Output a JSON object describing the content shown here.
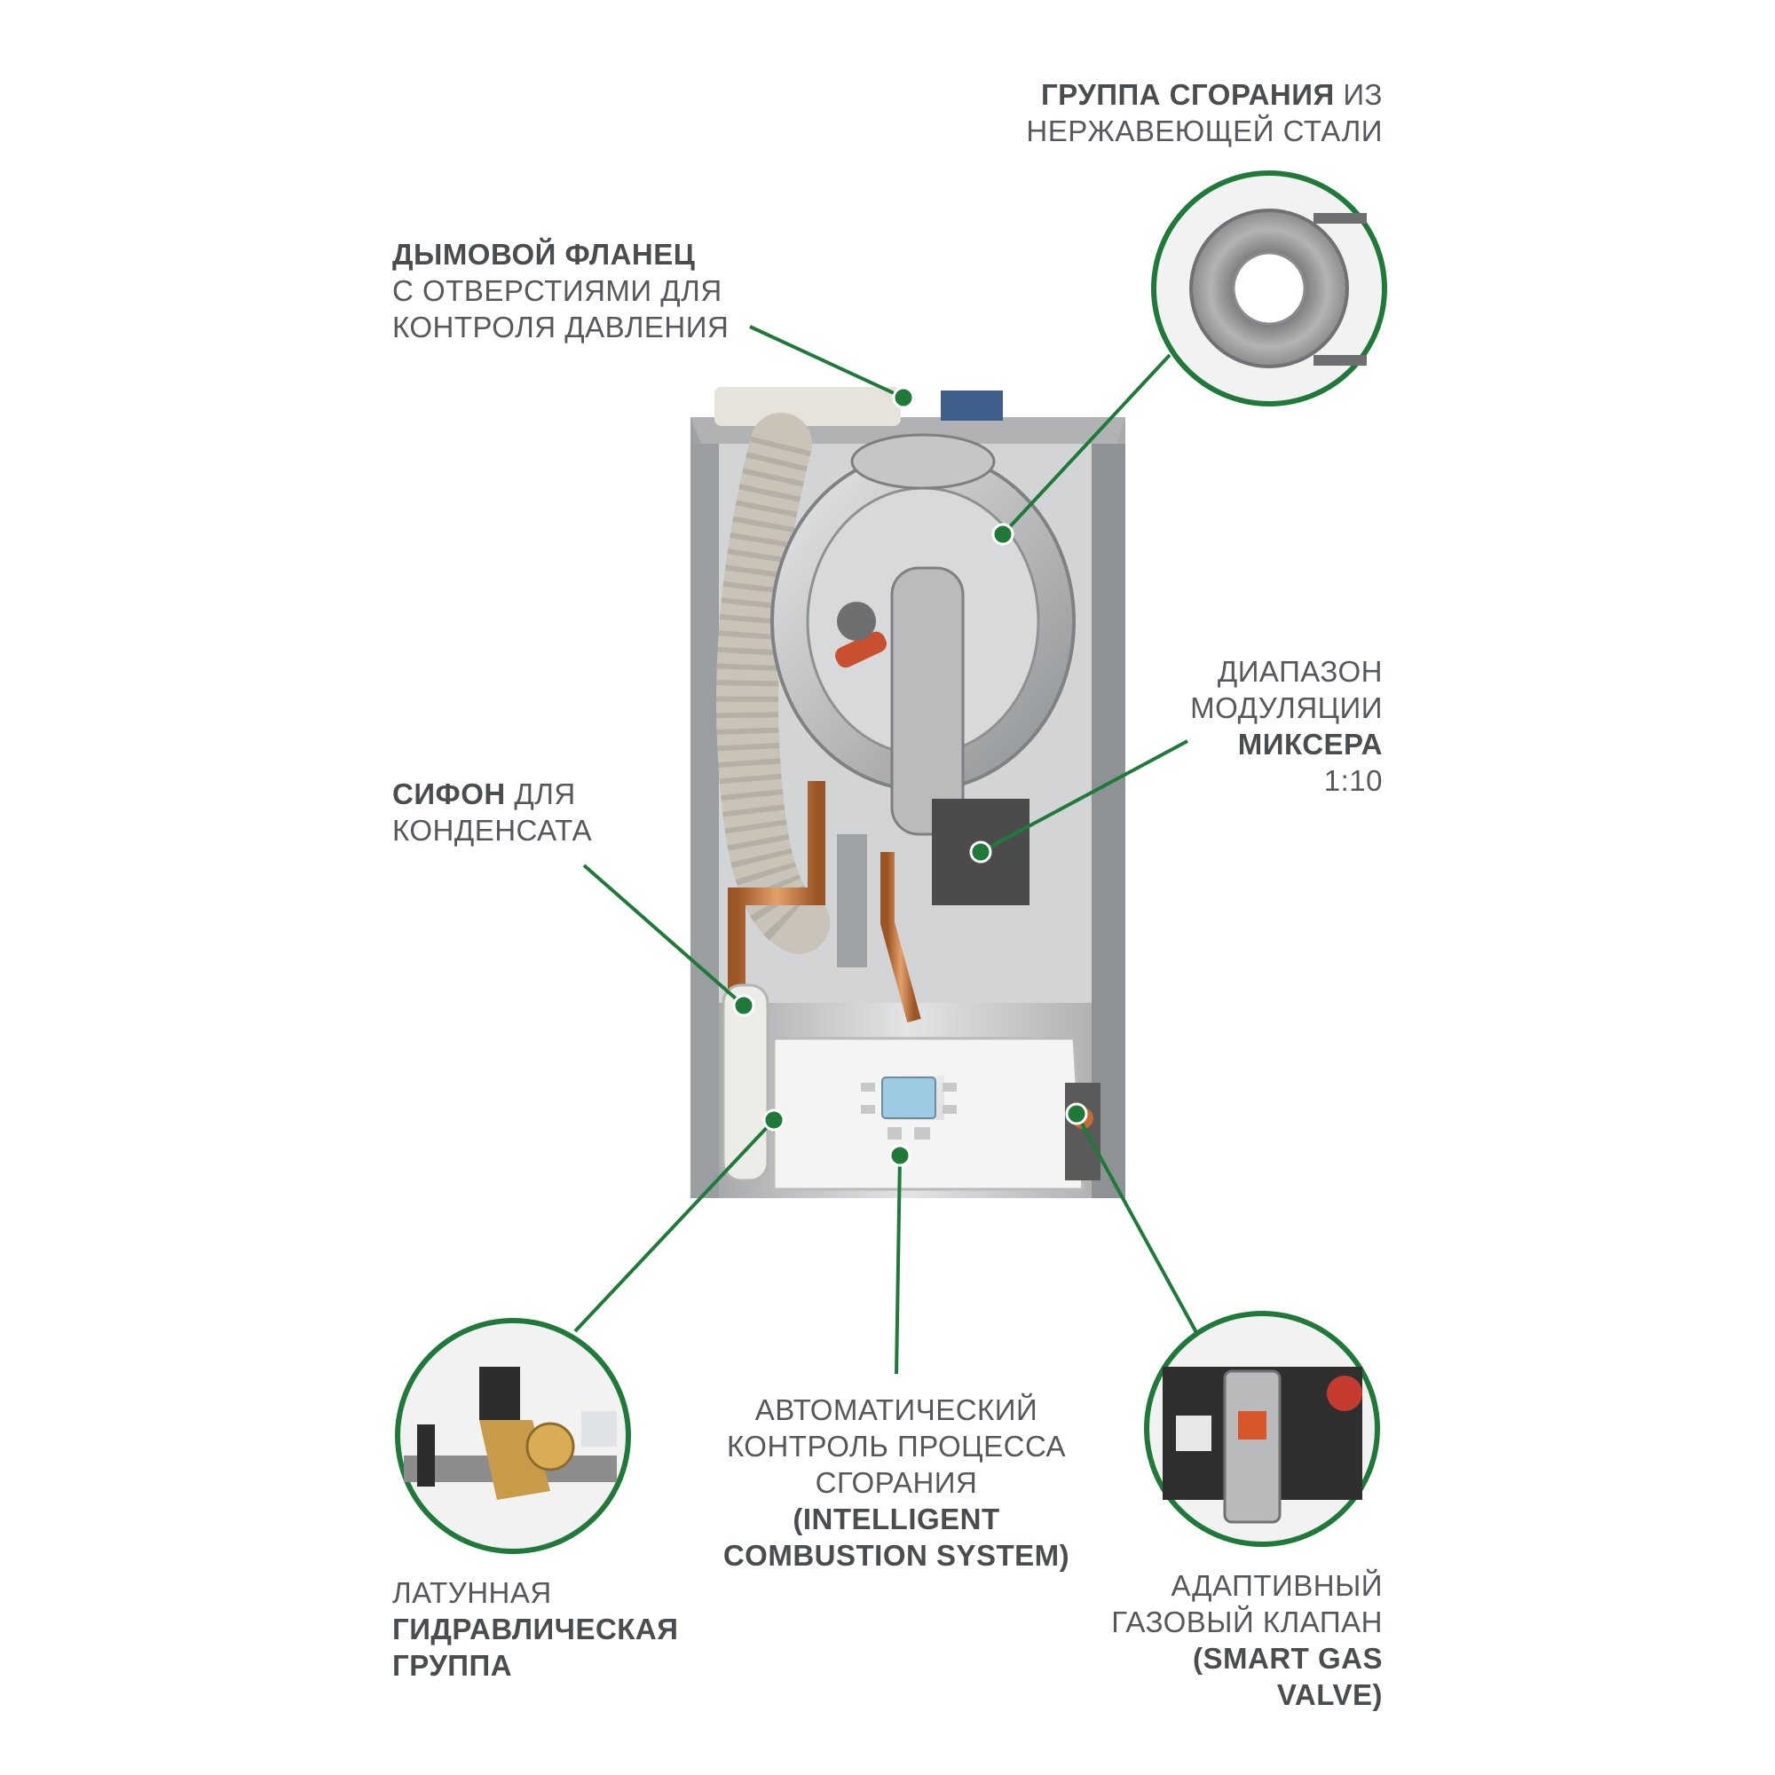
{
  "labels": {
    "combustion_group": {
      "line1_bold": "ГРУППА СГОРАНИЯ",
      "line1_rest": " ИЗ",
      "line2": "НЕРЖАВЕЮЩЕЙ СТАЛИ"
    },
    "flue_flange": {
      "line1_bold": "ДЫМОВОЙ ФЛАНЕЦ",
      "line2": "С ОТВЕРСТИЯМИ ДЛЯ",
      "line3": "КОНТРОЛЯ ДАВЛЕНИЯ"
    },
    "mixer_modulation": {
      "line1": "ДИАПАЗОН",
      "line2": "МОДУЛЯЦИИ",
      "line3_bold": "МИКСЕРА",
      "line4": "1:10"
    },
    "condensate_siphon": {
      "line1_bold": "СИФОН",
      "line1_rest": " ДЛЯ",
      "line2": "КОНДЕНСАТА"
    },
    "combustion_control": {
      "line1": "АВТОМАТИЧЕСКИЙ",
      "line2": "КОНТРОЛЬ ПРОЦЕССА",
      "line3": "СГОРАНИЯ",
      "line4_bold": "(INTELLIGENT",
      "line5_bold": "COMBUSTION SYSTEM)"
    },
    "hydraulic_group": {
      "line1": "ЛАТУННАЯ",
      "line2_bold": "ГИДРАВЛИЧЕСКАЯ",
      "line3_bold": "ГРУППА"
    },
    "gas_valve": {
      "line1": "АДАПТИВНЫЙ",
      "line2": "ГАЗОВЫЙ КЛАПАН",
      "line3_bold": "(SMART GAS",
      "line4_bold": "VALVE)"
    }
  },
  "colors": {
    "leader_green": "#1f7a3a",
    "label_text": "#55585c",
    "casing_grey": "#c9cbcc",
    "copper": "#c4763a",
    "display_blue": "#9ccbe4"
  }
}
